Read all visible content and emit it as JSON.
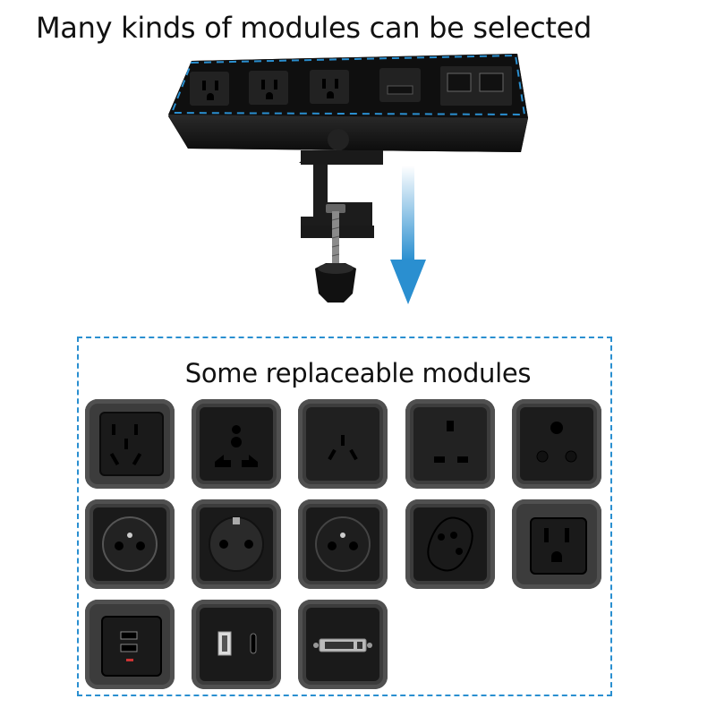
{
  "header": {
    "title": "Many kinds of modules can be selected"
  },
  "panel": {
    "title": "Some replaceable modules"
  },
  "product": {
    "ports": [
      "us-outlet-icon",
      "us-outlet-icon",
      "us-outlet-icon",
      "hdmi-port-icon",
      "rj45-port-icon",
      "rj45-port-icon"
    ]
  },
  "modules": [
    {
      "name": "china-socket-module",
      "icon": "cn-socket-icon"
    },
    {
      "name": "universal-socket-module",
      "icon": "universal-socket-icon"
    },
    {
      "name": "australian-socket-module",
      "icon": "au-socket-icon"
    },
    {
      "name": "uk-socket-module",
      "icon": "uk-socket-icon"
    },
    {
      "name": "south-africa-socket-module",
      "icon": "za-socket-icon"
    },
    {
      "name": "french-socket-module",
      "icon": "fr-socket-icon"
    },
    {
      "name": "schuko-socket-module",
      "icon": "schuko-socket-icon"
    },
    {
      "name": "french-socket-module-2",
      "icon": "fr-socket-icon"
    },
    {
      "name": "swiss-socket-module",
      "icon": "ch-socket-icon"
    },
    {
      "name": "us-socket-module",
      "icon": "us-socket-icon"
    },
    {
      "name": "dual-usb-module",
      "icon": "usb-a-icon"
    },
    {
      "name": "usb-a-c-module",
      "icon": "usb-c-icon"
    },
    {
      "name": "dvi-module",
      "icon": "dvi-port-icon"
    }
  ],
  "colors": {
    "accent": "#2a8fd0",
    "module_bg": "#3c3c3c",
    "module_face": "#1a1a1a"
  }
}
